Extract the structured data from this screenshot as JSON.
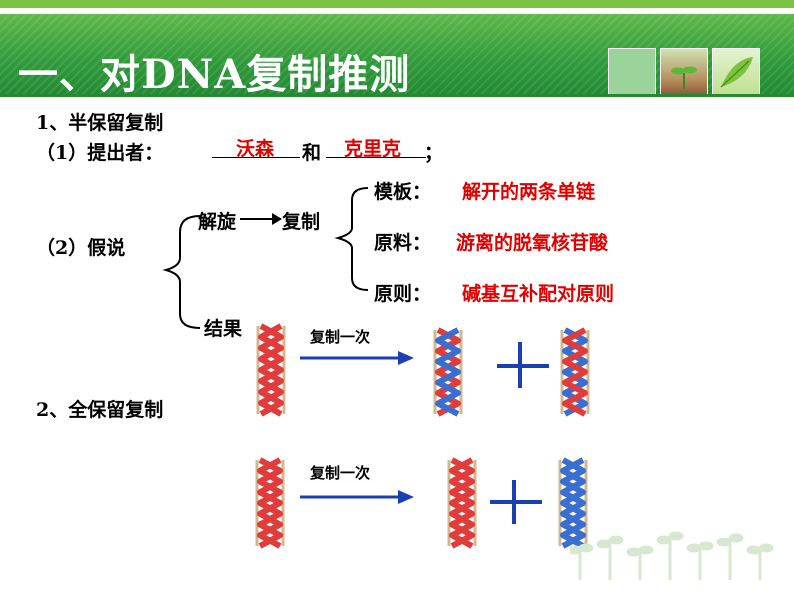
{
  "title": "一、对DNA复制推测",
  "section1": {
    "heading": "1、半保留复制",
    "proposer_prefix": "（1）提出者：",
    "proposer1": "沃森",
    "proposer_and": "和",
    "proposer2": "克里克",
    "proposer_end": "；",
    "hypothesis_label": "（2）假说",
    "unwind": "解旋",
    "replicate": "复制",
    "template_label": "模板：",
    "template_value": "解开的两条单链",
    "material_label": "原料：",
    "material_value": "游离的脱氧核苷酸",
    "principle_label": "原则：",
    "principle_value": "碱基互补配对原则",
    "result_label": "结果",
    "arrow_label": "复制一次"
  },
  "section2": {
    "heading": "2、全保留复制",
    "arrow_label": "复制一次"
  },
  "colors": {
    "title_green": "#2f9a3a",
    "red_text": "#e00000",
    "strand_red": "#e03c3c",
    "strand_blue": "#3a6fd0",
    "arrow_blue": "#1a3fb0"
  }
}
